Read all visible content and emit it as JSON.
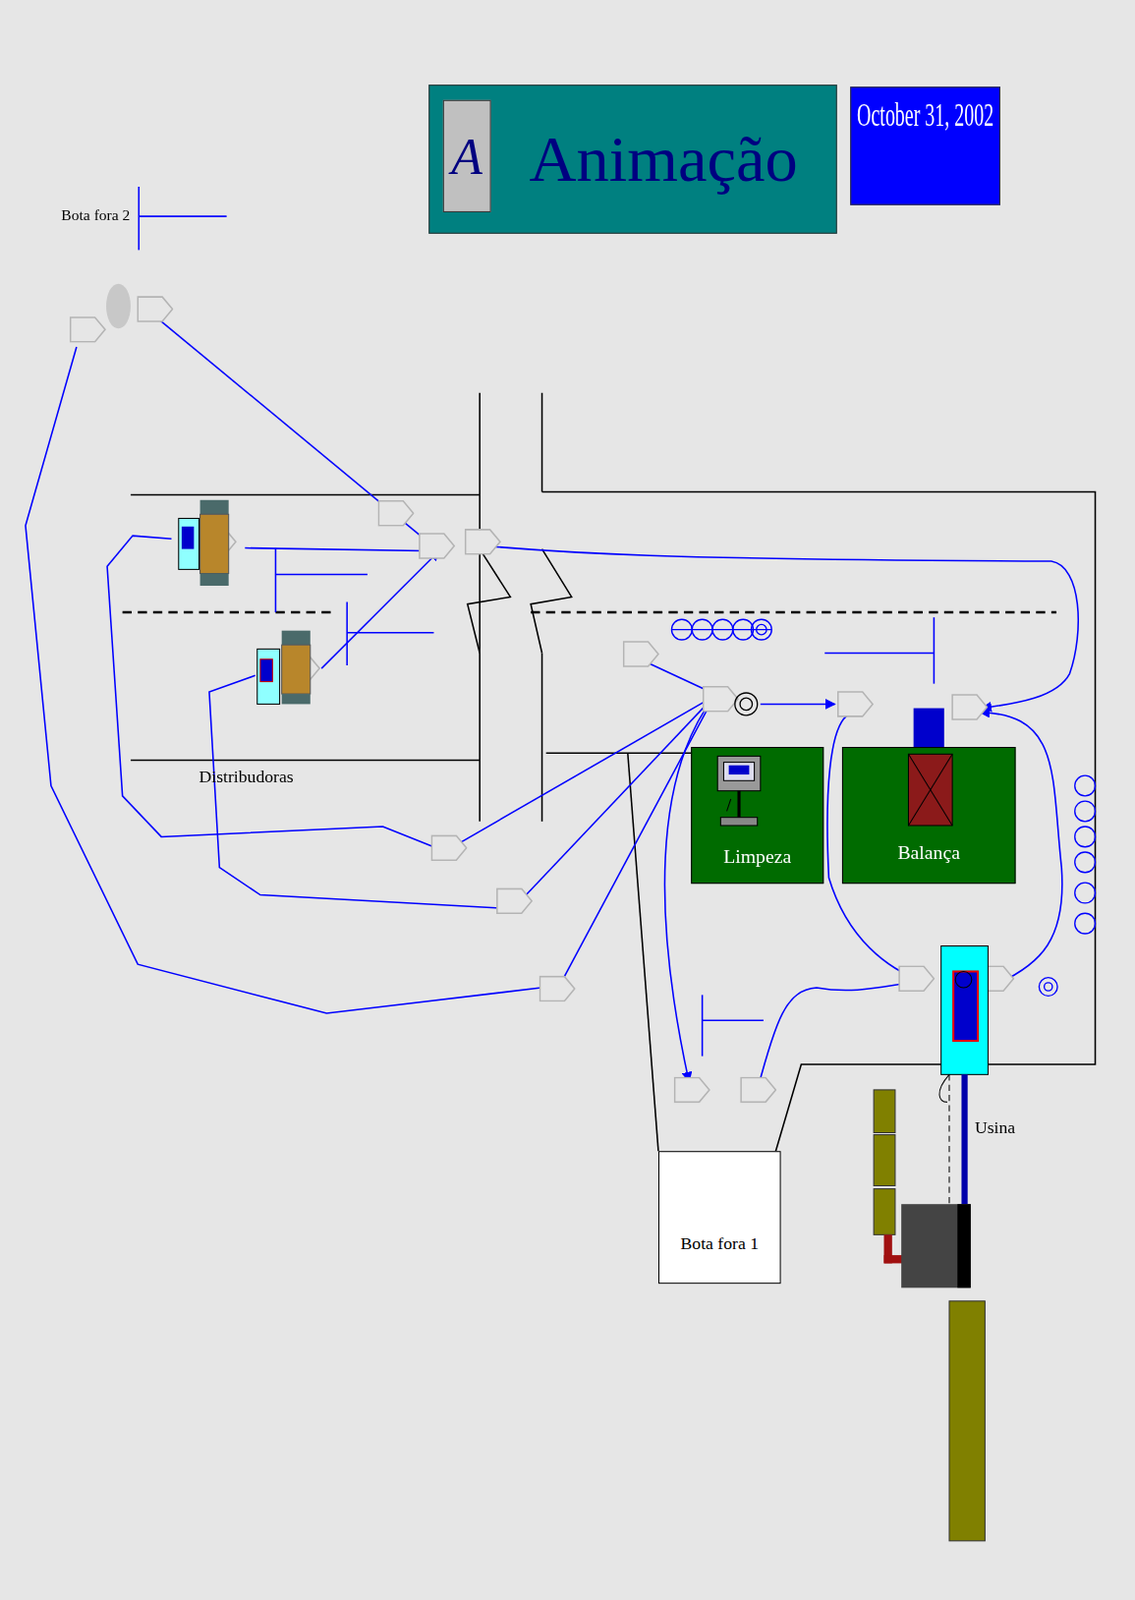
{
  "diagram": {
    "nodes": [
      {
        "text": [
          "Animação"
        ]
      },
      {
        "text": [
          "A"
        ],
        "in": 0
      },
      {
        "text": [
          "October 31, 2002"
        ]
      },
      {
        "text": [
          "Limpeza"
        ]
      },
      {
        "text": [
          "Balança"
        ]
      },
      {
        "text": [
          "Bota fora 1"
        ]
      }
    ],
    "labels": [
      "Bota fora 2",
      "Distribudoras",
      "Usina"
    ]
  }
}
